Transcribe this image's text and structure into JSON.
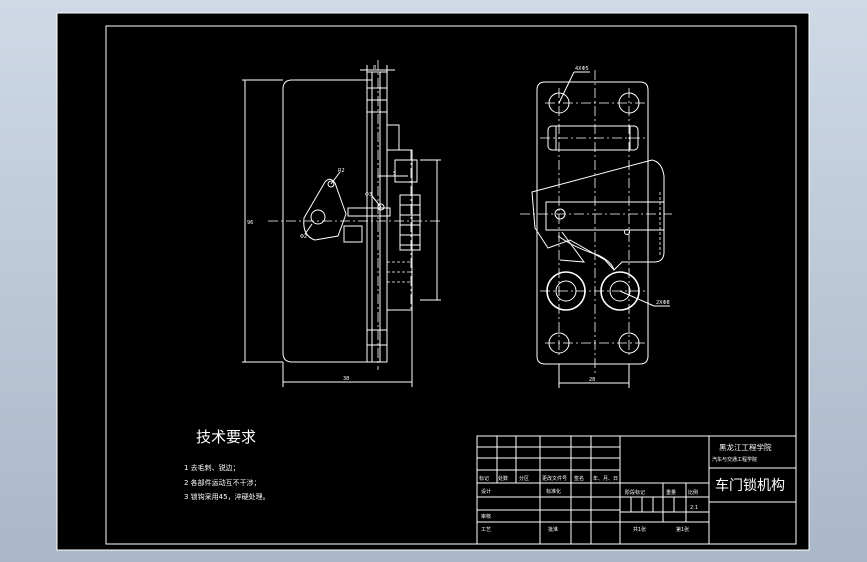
{
  "tech_requirements": {
    "title": "技术要求",
    "items": [
      "1 去毛刺、锐边；",
      "2 各部件运动互不干涉；",
      "3 锁钩采用45，淬硬处理。"
    ]
  },
  "title_block": {
    "school": "黑龙江工程学院",
    "department": "汽车与交通工程学院",
    "drawing_name": "车门锁机构",
    "row_labels": [
      "标记",
      "处数",
      "分区",
      "更改文件号",
      "签名",
      "年、月、日"
    ],
    "design": "设计",
    "standardization": "标准化",
    "review": "审核",
    "process": "工艺",
    "approve": "批准",
    "stage_mark": "阶段标记",
    "weight": "重量",
    "ratio_label": "比例",
    "ratio": "2:1",
    "sheets_total": "共1张",
    "sheet_no": "第1张"
  },
  "annotations": {
    "left_height_dim": "96",
    "left_width_dim": "38",
    "right_width_dim": "28",
    "top_dim": "8",
    "mid_dim": "5",
    "callout_a": "R2",
    "callout_b": "Φ3",
    "callout_c": "Φ2",
    "right_callout_top": "4XΦ5",
    "right_callout_bottom": "2XΦ8"
  }
}
